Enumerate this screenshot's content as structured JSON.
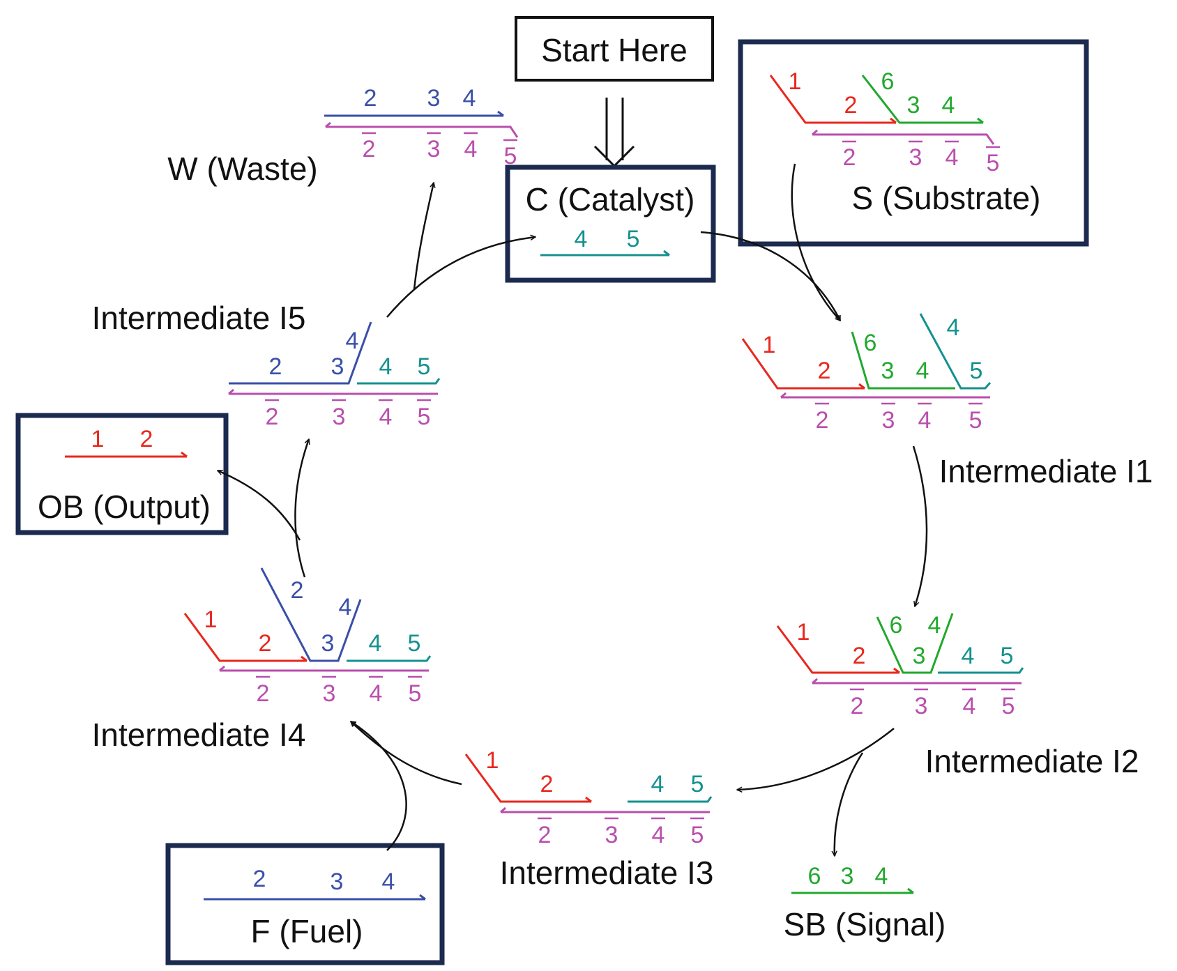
{
  "colors": {
    "red": "#e8281e",
    "green": "#22a82e",
    "blue": "#3a4fa8",
    "teal": "#14918f",
    "magenta": "#b94fad",
    "box": "#1b2a4e",
    "arrow": "#111111"
  },
  "labels": {
    "start": "Start Here",
    "catalyst": "C (Catalyst)",
    "substrate": "S (Substrate)",
    "waste": "W (Waste)",
    "i1": "Intermediate I1",
    "i2": "Intermediate I2",
    "i3": "Intermediate I3",
    "i4": "Intermediate I4",
    "i5": "Intermediate I5",
    "output": "OB (Output)",
    "fuel": "F (Fuel)",
    "signal": "SB (Signal)"
  },
  "domains": {
    "d1": "1",
    "d2": "2",
    "d3": "3",
    "d4": "4",
    "d5": "5",
    "d6": "6",
    "c2": "2",
    "c3": "3",
    "c4": "4",
    "c5": "5"
  }
}
